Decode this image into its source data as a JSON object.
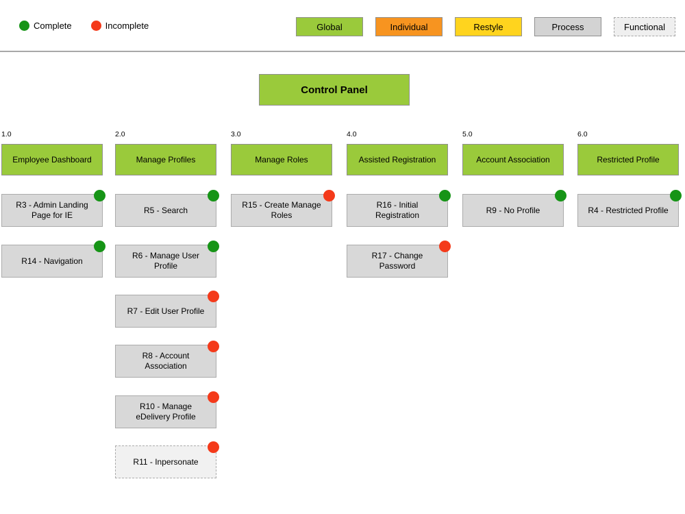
{
  "legend": {
    "complete": {
      "label": "Complete",
      "color": "#169416"
    },
    "incomplete": {
      "label": "Incomplete",
      "color": "#f43a1a"
    }
  },
  "categories": [
    {
      "label": "Global",
      "color": "#9aca3b",
      "variant": "solid"
    },
    {
      "label": "Individual",
      "color": "#f79420",
      "variant": "solid"
    },
    {
      "label": "Restyle",
      "color": "#ffd41e",
      "variant": "solid"
    },
    {
      "label": "Process",
      "color": "#d3d3d3",
      "variant": "solid"
    },
    {
      "label": "Functional",
      "color": "#efefef",
      "variant": "dashed"
    }
  ],
  "root": {
    "title": "Control Panel"
  },
  "columns": [
    {
      "number": "1.0",
      "title": "Employee Dashboard",
      "items": [
        {
          "label": "R3 - Admin Landing Page for IE",
          "status": "complete"
        },
        {
          "label": "R14 - Navigation",
          "status": "complete"
        }
      ]
    },
    {
      "number": "2.0",
      "title": "Manage Profiles",
      "items": [
        {
          "label": "R5 - Search",
          "status": "complete"
        },
        {
          "label": "R6 - Manage User Profile",
          "status": "complete"
        },
        {
          "label": "R7 - Edit User Profile",
          "status": "incomplete"
        },
        {
          "label": "R8 - Account Association",
          "status": "incomplete"
        },
        {
          "label": "R10 - Manage eDelivery Profile",
          "status": "incomplete"
        },
        {
          "label": "R11 - Inpersonate",
          "status": "incomplete",
          "style": "functional"
        }
      ]
    },
    {
      "number": "3.0",
      "title": "Manage Roles",
      "items": [
        {
          "label": "R15 - Create Manage Roles",
          "status": "incomplete"
        }
      ]
    },
    {
      "number": "4.0",
      "title": "Assisted Registration",
      "items": [
        {
          "label": "R16 - Initial Registration",
          "status": "complete"
        },
        {
          "label": "R17 - Change Password",
          "status": "incomplete"
        }
      ]
    },
    {
      "number": "5.0",
      "title": "Account Association",
      "items": [
        {
          "label": "R9 - No Profile",
          "status": "complete"
        }
      ]
    },
    {
      "number": "6.0",
      "title": "Restricted Profile",
      "items": [
        {
          "label": "R4 - Restricted Profile",
          "status": "complete"
        }
      ]
    }
  ]
}
